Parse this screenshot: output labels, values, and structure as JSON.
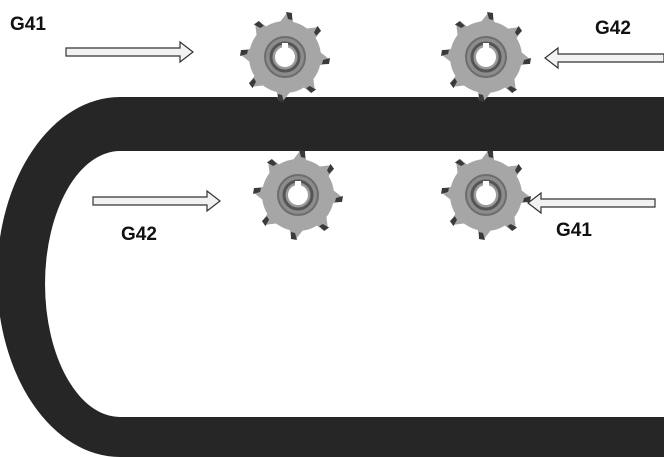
{
  "colors": {
    "background": "#ffffff",
    "path_band": "#262626",
    "cutter_body": "#a6a6a6",
    "cutter_teeth": "#a6a6a6",
    "cutter_tips": "#3a3a3a",
    "cutter_hub": "#8c8c8c",
    "cutter_hub_ring": "#555555",
    "arrow_fill": "#f2f2f2",
    "arrow_stroke": "#333333",
    "label_text": "#111111"
  },
  "labels": {
    "top_left": "G41",
    "top_right": "G42",
    "inner_left": "G42",
    "inner_right": "G41"
  },
  "icons": {
    "cutter": "milling-cutter-icon",
    "arrow_right": "arrow-right-icon",
    "arrow_left": "arrow-left-icon"
  }
}
